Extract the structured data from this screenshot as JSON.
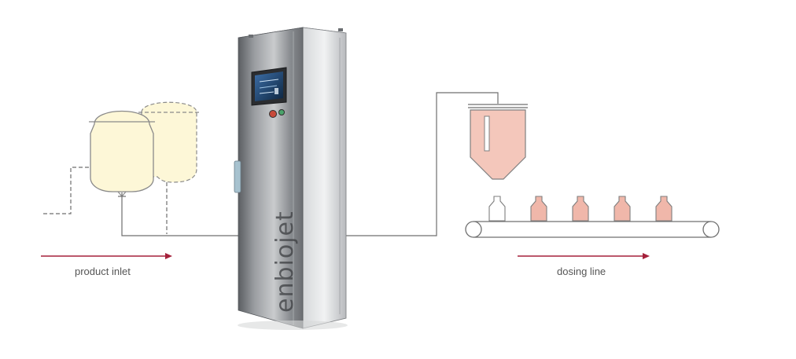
{
  "labels": {
    "product_inlet": "product inlet",
    "dosing_line": "dosing line"
  },
  "cabinet": {
    "brand": "enbiojet"
  },
  "colors": {
    "arrow": "#a5213b",
    "tank_fill": "#fdf7d7",
    "hopper_fill": "#f4c7bb",
    "bottle_fill": "#f0b7aa",
    "line": "#6f6f6f",
    "steel": "#8e9194"
  },
  "conveyor": {
    "bottles": [
      {
        "state": "empty"
      },
      {
        "state": "filled"
      },
      {
        "state": "filled"
      },
      {
        "state": "filled"
      },
      {
        "state": "filled"
      }
    ]
  }
}
